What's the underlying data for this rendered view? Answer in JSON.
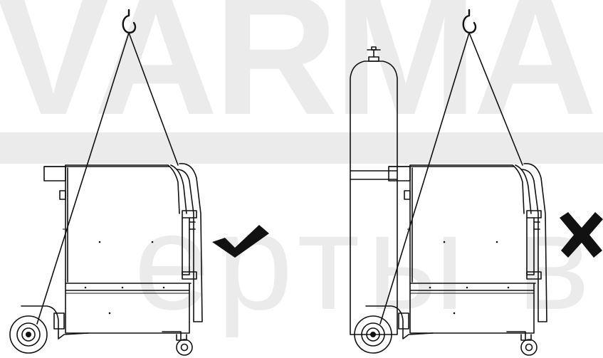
{
  "watermark": {
    "top_text": "VARMA",
    "bottom_text": "ерты в сва",
    "color": "#ebebeb",
    "band_color": "#ebebeb"
  },
  "colors": {
    "line": "#111111",
    "background": "#ffffff"
  },
  "figures": [
    {
      "name": "lifting-correct",
      "has_gas_cylinder": false,
      "verdict": "correct",
      "verdict_icon": "checkmark-icon"
    },
    {
      "name": "lifting-incorrect",
      "has_gas_cylinder": true,
      "verdict": "incorrect",
      "verdict_icon": "cross-icon"
    }
  ]
}
